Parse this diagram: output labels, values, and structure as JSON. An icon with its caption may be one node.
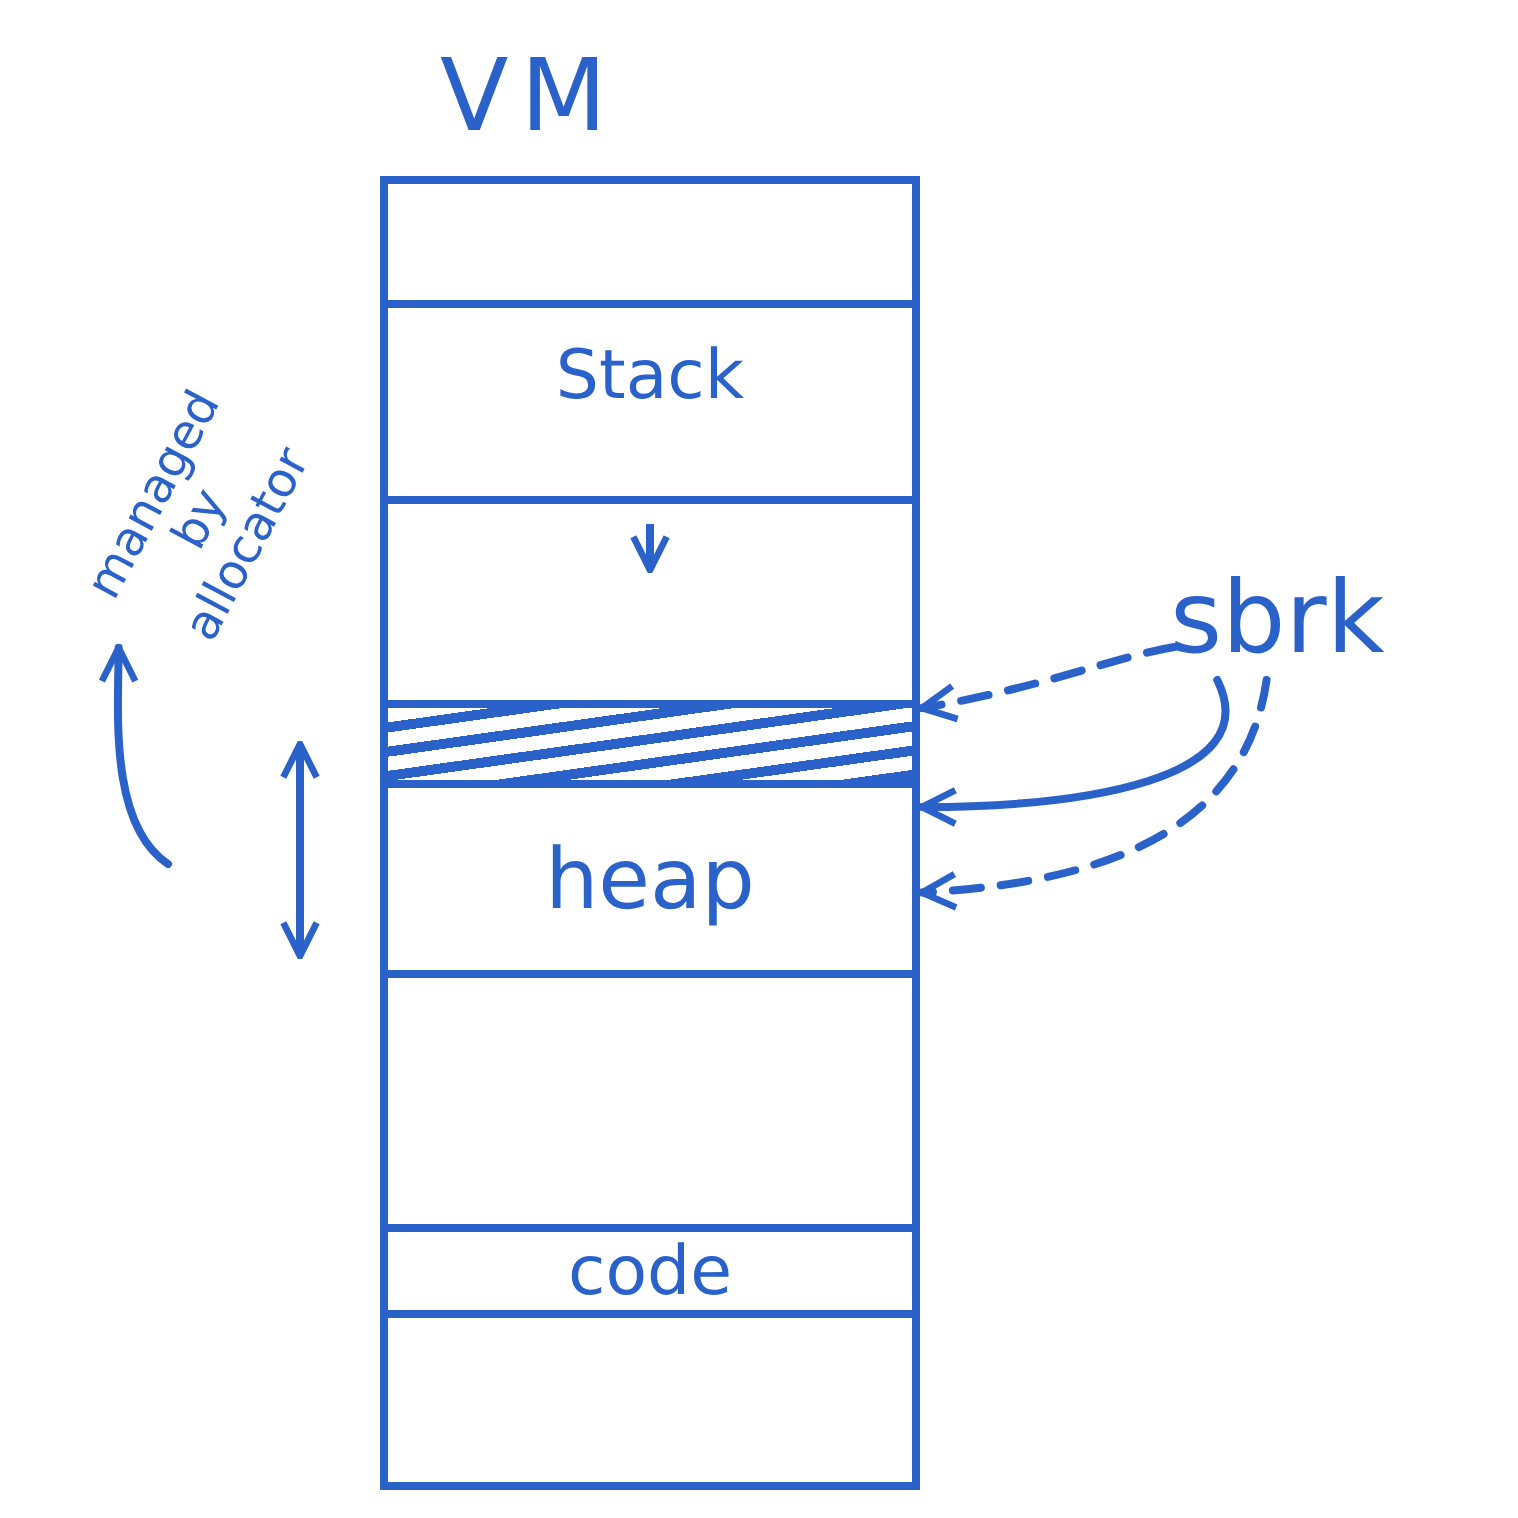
{
  "diagram": {
    "nodes": [
      {
        "text": [
          "VM"
        ]
      },
      {
        "text": [],
        "shape": "box",
        "in": 0
      },
      {
        "text": [
          "Stack"
        ],
        "in": 0
      },
      {
        "text": [],
        "shape": "box",
        "in": 0
      },
      {
        "text": [],
        "shape": "box",
        "in": 0
      },
      {
        "text": [
          "heap"
        ],
        "in": 0
      },
      {
        "text": [],
        "shape": "box",
        "in": 0
      },
      {
        "text": [
          "code"
        ],
        "in": 0
      },
      {
        "text": [],
        "shape": "box",
        "in": 0
      },
      {
        "text": [
          "sbrk"
        ]
      },
      {
        "text": [
          "managed by allocator"
        ]
      }
    ],
    "edges": [
      {
        "from": 9,
        "to": 4,
        "arrow": "to",
        "style": "dashed"
      },
      {
        "from": 9,
        "to": 5,
        "arrow": "to"
      },
      {
        "from": 9,
        "to": 5,
        "arrow": "to",
        "style": "dashed"
      },
      {
        "from": null,
        "to": 10,
        "arrow": "to"
      }
    ]
  }
}
